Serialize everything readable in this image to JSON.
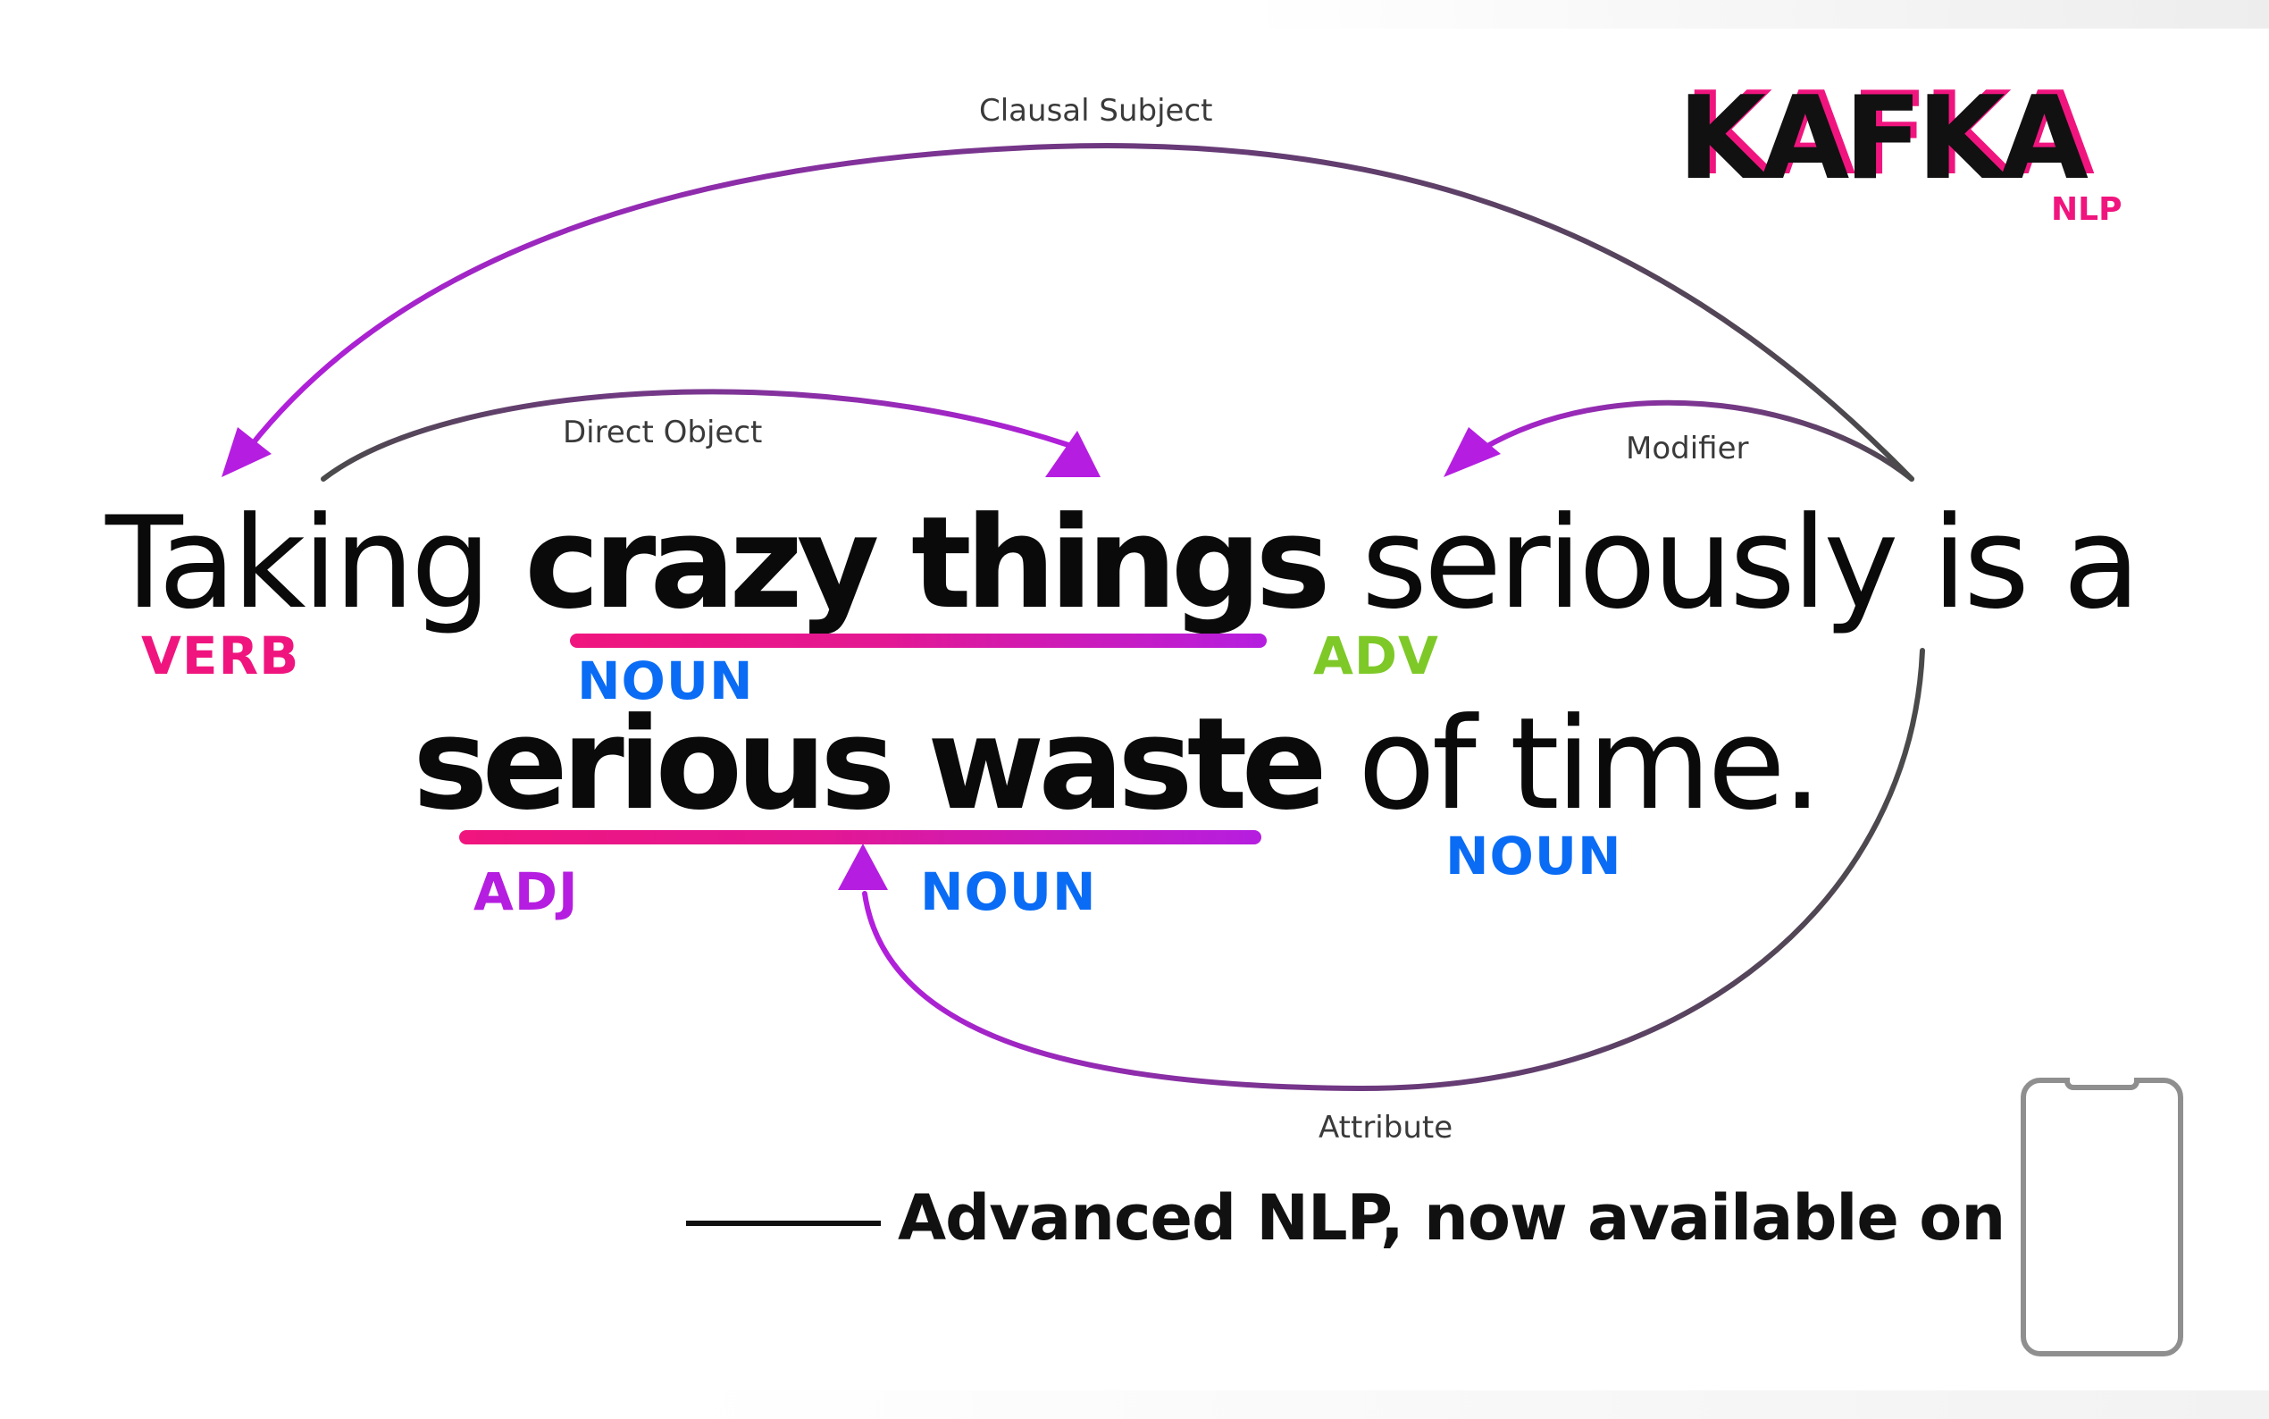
{
  "brand": {
    "name": "KAFKA",
    "sub": "NLP"
  },
  "sentence": {
    "line1": [
      {
        "text": "Taking",
        "bold": false
      },
      {
        "text": "crazy things",
        "bold": true
      },
      {
        "text": "seriously is a",
        "bold": false
      }
    ],
    "line2": [
      {
        "text": "serious waste",
        "bold": true
      },
      {
        "text": "of time.",
        "bold": false
      }
    ]
  },
  "pos_tags": {
    "verb": {
      "text": "VERB",
      "color": "#f0157e"
    },
    "noun_things": {
      "text": "NOUN",
      "color": "#0a6cf5"
    },
    "adv": {
      "text": "ADV",
      "color": "#7ec928"
    },
    "adj": {
      "text": "ADJ",
      "color": "#b51ee0"
    },
    "noun_waste": {
      "text": "NOUN",
      "color": "#0a6cf5"
    },
    "noun_time": {
      "text": "NOUN",
      "color": "#0a6cf5"
    }
  },
  "arcs": {
    "clausal_subject": "Clausal Subject",
    "direct_object": "Direct Object",
    "modifier": "Modifier",
    "attribute": "Attribute"
  },
  "colors": {
    "arc_dark": "#4a4a4a",
    "arc_purple": "#b51ee0",
    "accent_pink": "#f0157e"
  },
  "tagline": "Advanced NLP, now available on",
  "icons": {
    "device": "phone-icon"
  }
}
